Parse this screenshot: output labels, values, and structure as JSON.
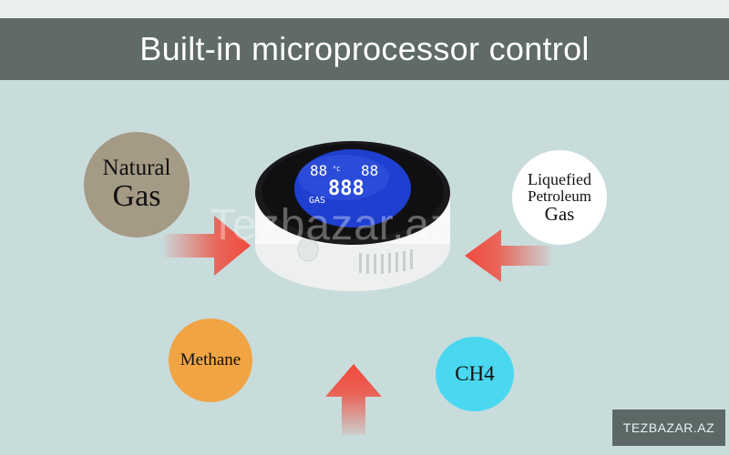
{
  "banner": {
    "title": "Built-in microprocessor control"
  },
  "bubbles": {
    "natural_gas": {
      "line1": "Natural",
      "line2": "Gas"
    },
    "lpg": {
      "line1": "Liquefied",
      "line2": "Petroleum",
      "line3": "Gas"
    },
    "methane": {
      "label": "Methane"
    },
    "ch4": {
      "label": "CH4"
    }
  },
  "display": {
    "top_left": "88",
    "unit_c": "°C",
    "top_right": "88",
    "main": "888",
    "gas_label": "GAS"
  },
  "watermark": {
    "text": "Tezbazar.az"
  },
  "badge": {
    "text": "TEZBAZAR.AZ"
  },
  "colors": {
    "banner": "#606a68",
    "background": "#c9dcdc",
    "natural_gas": "#a59a85",
    "methane": "#f0a444",
    "ch4": "#4ad8f0",
    "arrow": "#f04a3c",
    "lcd": "#1e3fcf"
  }
}
